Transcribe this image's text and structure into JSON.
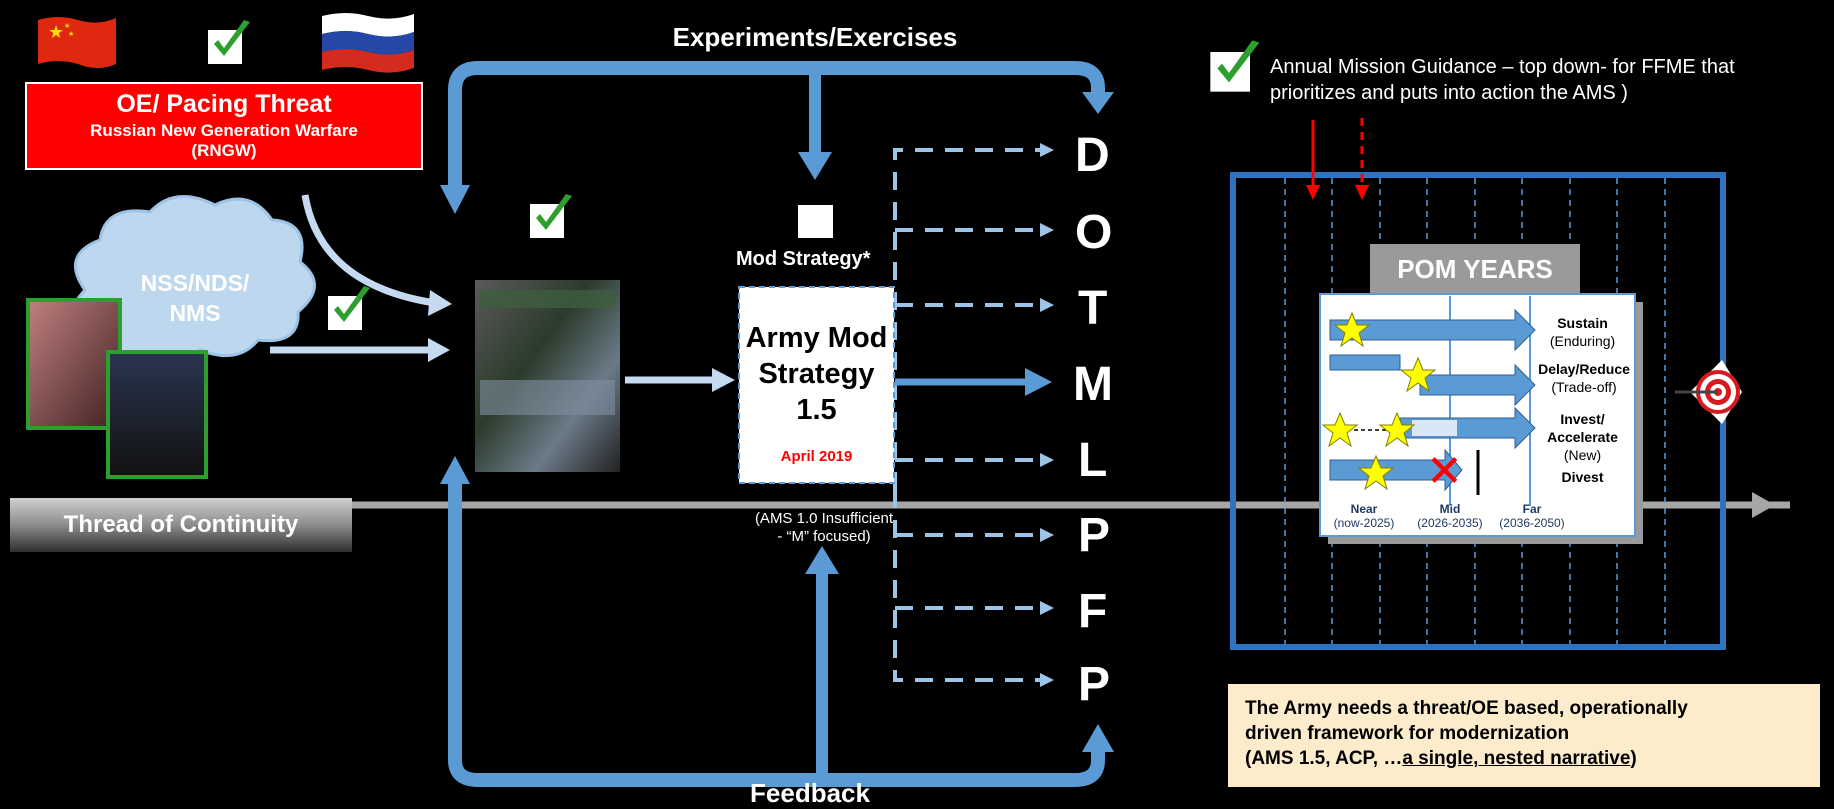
{
  "top": {
    "experiments_label": "Experiments/Exercises",
    "feedback_label": "Feedback"
  },
  "threat_box": {
    "title": "OE/ Pacing Threat",
    "line1": "Russian New Generation Warfare",
    "line2": "(RNGW)",
    "bg_color": "#ff0000"
  },
  "cloud": {
    "line1": "NSS/NDS/",
    "line2": "NMS"
  },
  "thread": {
    "label": "Thread of Continuity"
  },
  "strategy": {
    "mod_label": "Mod Strategy*",
    "title_l1": "Army Mod",
    "title_l2": "Strategy",
    "title_l3": "1.5",
    "date": "April 2019",
    "note_l1": "(AMS 1.0 Insufficient",
    "note_l2": "- “M” focused)"
  },
  "dotmlpfp": [
    "D",
    "O",
    "T",
    "M",
    "L",
    "P",
    "F",
    "P"
  ],
  "guidance": {
    "line1": "Annual Mission Guidance – top down- for FFME that",
    "line2": "prioritizes and puts into action the AMS )"
  },
  "pom": {
    "title": "POM YEARS",
    "rows": [
      {
        "bold": "Sustain",
        "normal": "(Enduring)"
      },
      {
        "bold": "Delay/Reduce",
        "normal": "(Trade-off)"
      },
      {
        "bold": "Invest/",
        "bold2": "Accelerate",
        "normal": "(New)"
      },
      {
        "bold": "Divest",
        "normal": ""
      }
    ],
    "x_axis": [
      {
        "label": "Near",
        "range": "(now-2025)"
      },
      {
        "label": "Mid",
        "range": "(2026-2035)"
      },
      {
        "label": "Far",
        "range": "(2036-2050)"
      }
    ]
  },
  "callout": {
    "line1": "The Army needs a threat/OE based, operationally",
    "line2": "driven framework for modernization",
    "line3_pre": "(AMS 1.5, ACP, …",
    "line3_u": "a single, nested narrative",
    "line3_post": ")",
    "bg_color": "#fdeccb"
  },
  "colors": {
    "arrow_blue": "#5b9bd5",
    "light_blue": "#c5d9f1",
    "check_green": "#2e9e2e",
    "frame_blue": "#2f73c0"
  },
  "icons": {
    "flag_china": "flag-china-icon",
    "flag_russia": "flag-russia-icon",
    "check": "check-icon",
    "target": "target-icon"
  }
}
